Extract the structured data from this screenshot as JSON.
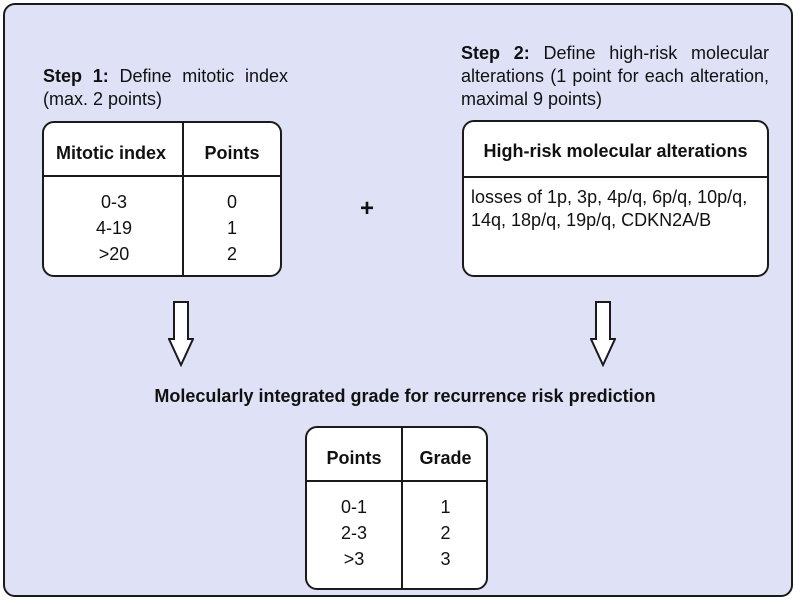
{
  "step1": {
    "label": "Step 1:",
    "text": "Define mitotic index (max. 2 points)"
  },
  "step2": {
    "label": "Step 2:",
    "text": "Define high-risk molecular alterations (1 point for each alteration, maximal 9 points)"
  },
  "mitotic_table": {
    "headers": [
      "Mitotic index",
      "Points"
    ],
    "rows": [
      [
        "0-3",
        "0"
      ],
      [
        "4-19",
        "1"
      ],
      [
        ">20",
        "2"
      ]
    ]
  },
  "plus": "+",
  "molecular": {
    "header": "High-risk molecular alterations",
    "body": "losses of 1p, 3p, 4p/q, 6p/q, 10p/q, 14q, 18p/q, 19p/q, CDKN2A/B"
  },
  "result_title": "Molecularly integrated grade for recurrence risk prediction",
  "grade_table": {
    "headers": [
      "Points",
      "Grade"
    ],
    "rows": [
      [
        "0-1",
        "1"
      ],
      [
        "2-3",
        "2"
      ],
      [
        ">3",
        "3"
      ]
    ]
  },
  "colors": {
    "panel_bg": "#dfe2f6",
    "border": "#1a1a1a",
    "box_bg": "#ffffff"
  }
}
